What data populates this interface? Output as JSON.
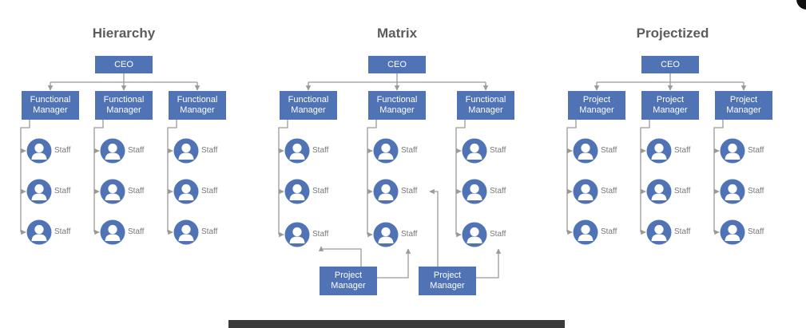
{
  "colors": {
    "box": "#4f73b5",
    "line": "#9a9a9a",
    "avatar_bg": "#4f73b5",
    "avatar_fg": "#ffffff",
    "title": "#5c5c5c",
    "label": "#777777"
  },
  "diagrams": [
    {
      "title": "Hierarchy",
      "top": "CEO",
      "managers": [
        {
          "label": [
            "Functional",
            "Manager"
          ]
        },
        {
          "label": [
            "Functional",
            "Manager"
          ]
        },
        {
          "label": [
            "Functional",
            "Manager"
          ]
        }
      ],
      "staff_label": "Staff",
      "project_managers": []
    },
    {
      "title": "Matrix",
      "top": "CEO",
      "managers": [
        {
          "label": [
            "Functional",
            "Manager"
          ]
        },
        {
          "label": [
            "Functional",
            "Manager"
          ]
        },
        {
          "label": [
            "Functional",
            "Manager"
          ]
        }
      ],
      "staff_label": "Staff",
      "project_managers": [
        {
          "label": [
            "Project",
            "Manager"
          ]
        },
        {
          "label": [
            "Project",
            "Manager"
          ]
        }
      ]
    },
    {
      "title": "Projectized",
      "top": "CEO",
      "managers": [
        {
          "label": [
            "Project",
            "Manager"
          ]
        },
        {
          "label": [
            "Project",
            "Manager"
          ]
        },
        {
          "label": [
            "Project",
            "Manager"
          ]
        }
      ],
      "staff_label": "Staff",
      "project_managers": []
    }
  ]
}
